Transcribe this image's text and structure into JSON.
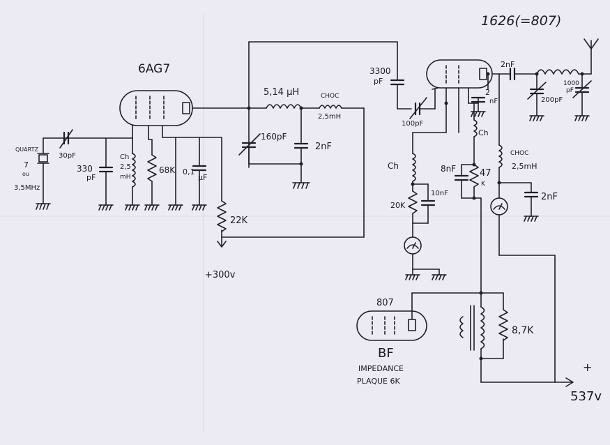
{
  "title": "1626(=807)",
  "tubes": {
    "oscillator": "6AG7",
    "audio": "807",
    "audio_sub": "BF",
    "audio_note_1": "IMPEDANCE",
    "audio_note_2": "PLAQUE 6K"
  },
  "crystal": {
    "tag": "QUARTZ",
    "line1": "7",
    "line2": "ou",
    "line3": "3,5MHz"
  },
  "labels": {
    "c_30pf": "30pF",
    "c_330pf": "330",
    "c_330pf_unit": "pF",
    "choke_2_5": "Ch",
    "choke_2_5_val": "2,5",
    "choke_2_5_unit": "mH",
    "r_68k": "68K",
    "c_0_1": "0,1",
    "c_0_1_unit": "μF",
    "r_22k": "22K",
    "supply_300": "+300v",
    "l_5_14": "5,14 μH",
    "c_160pf": "160pF",
    "choc_1": "CHOC",
    "choc_1_val": "2,5mH",
    "c_2nf_1": "2nF",
    "c_3300pf": "3300",
    "c_3300pf_unit": "pF",
    "c_100pf": "100pF",
    "c_2nf_top": "2nF",
    "c_200pf": "200pF",
    "c_1000pf": "1000",
    "c_1000pf_unit": "pF",
    "c_2nf_2": "2",
    "c_2nf_2_unit": "nF",
    "ch_g2": "Ch",
    "ch_grid": "Ch",
    "r_20k": "20K",
    "c_10nf": "10nF",
    "c_8nf": "8nF",
    "r_47k": "47",
    "r_47k_unit": "K",
    "choc_2": "CHOC",
    "choc_2_val": "2,5mH",
    "c_2nf_3": "2nF",
    "r_8_7k": "8,7K",
    "plus": "+",
    "supply_537": "537v"
  }
}
